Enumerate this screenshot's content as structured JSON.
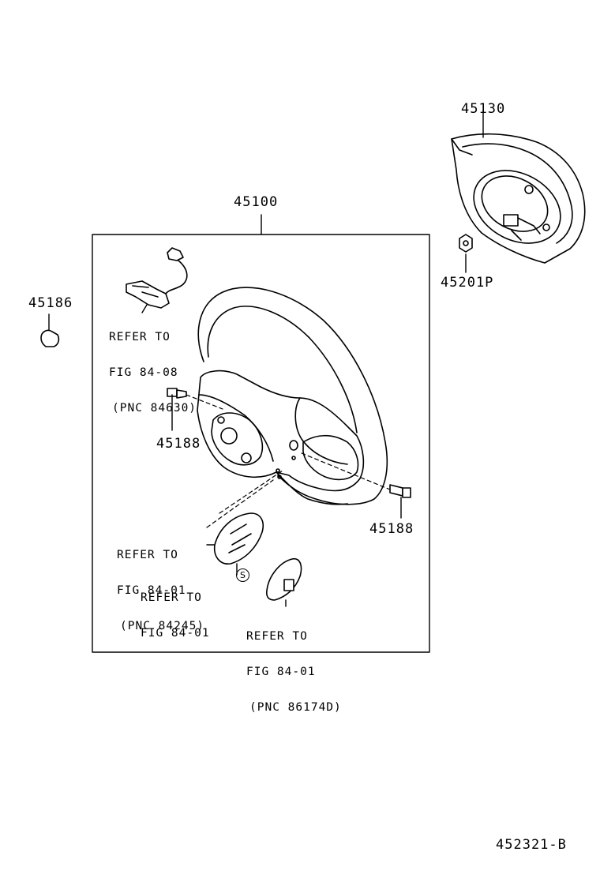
{
  "part_numbers": {
    "main_assembly": "45100",
    "pad": "45130",
    "nut": "45201P",
    "cap": "45186",
    "screw_left": "45188",
    "screw_right": "45188"
  },
  "references": {
    "switch_harness": {
      "line1": "REFER TO",
      "line2": "FIG 84-08",
      "line3": "(PNC 84630)"
    },
    "left_switch": {
      "line1": "REFER TO",
      "line2": "FIG 84-01",
      "line3": "(PNC 84245)"
    },
    "s_marked": {
      "line1": "REFER TO",
      "line2": "FIG 84-01",
      "symbol": "S"
    },
    "right_switch": {
      "line1": "REFER TO",
      "line2": "FIG 84-01",
      "line3": "(PNC 86174D)"
    }
  },
  "figure_id": "452321-B"
}
